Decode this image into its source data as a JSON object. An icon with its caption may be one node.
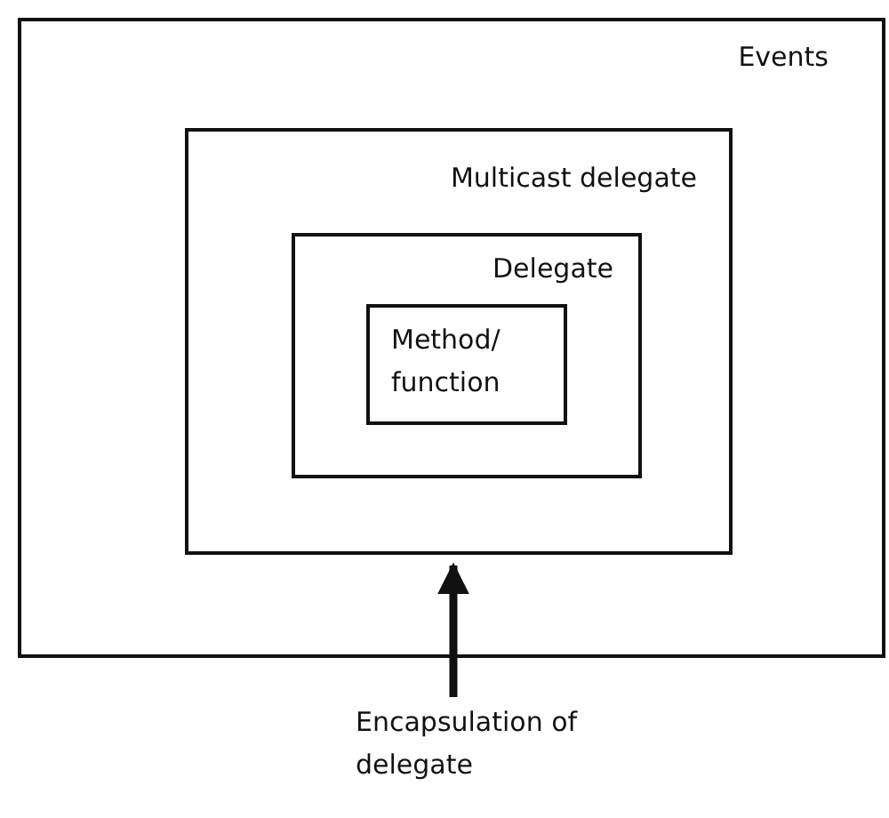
{
  "diagram": {
    "nodes": [
      {
        "text": [
          "Events"
        ]
      },
      {
        "text": [
          "Multicast delegate"
        ],
        "in": 0
      },
      {
        "text": [
          "Delegate"
        ],
        "in": 1
      },
      {
        "text": [
          "Method/ function"
        ],
        "in": 2
      },
      {
        "text": [
          "Encapsulation of delegate"
        ]
      }
    ],
    "edges": [
      {
        "from": 4,
        "to": 1,
        "arrow": "to"
      }
    ]
  }
}
